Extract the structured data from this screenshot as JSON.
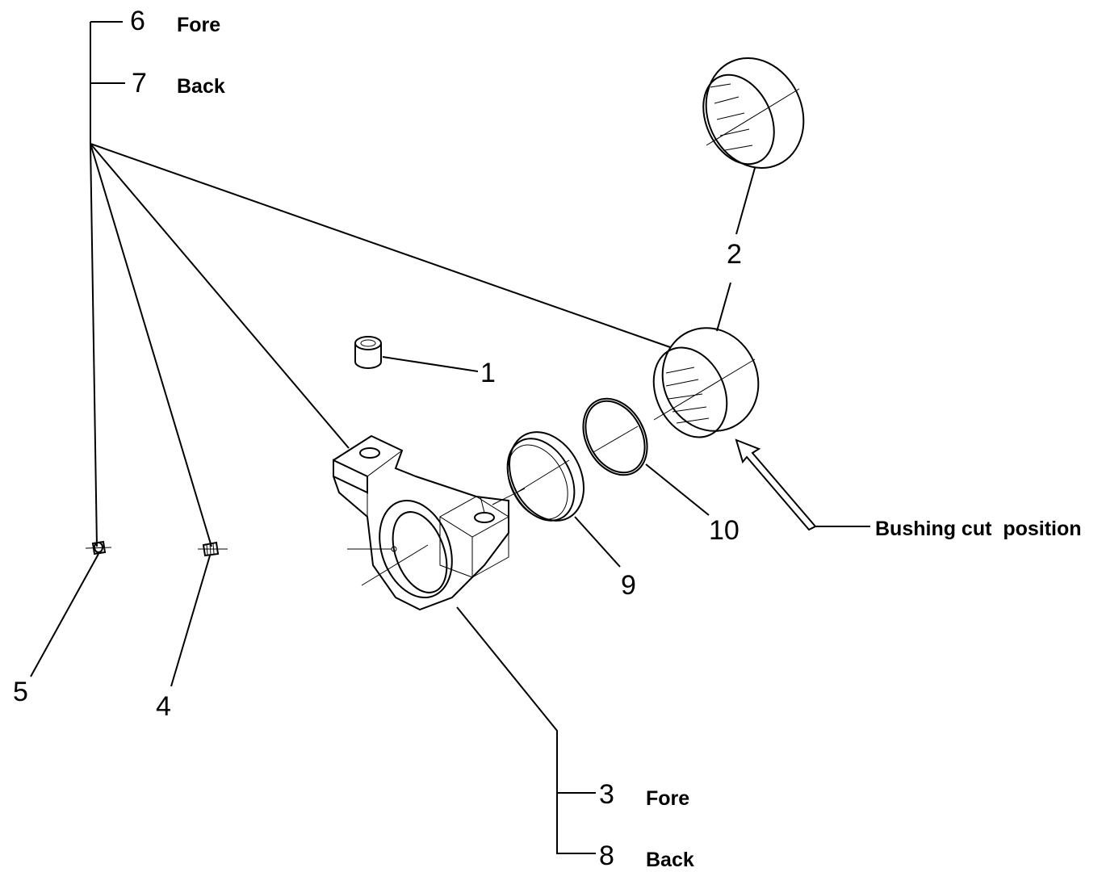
{
  "callouts": {
    "c1": "1",
    "c2": "2",
    "c3": "3",
    "c4": "4",
    "c5": "5",
    "c6": "6",
    "c7": "7",
    "c8": "8",
    "c9": "9",
    "c10": "10"
  },
  "qualifiers": {
    "fore_top": "Fore",
    "back_top": "Back",
    "fore_bottom": "Fore",
    "back_bottom": "Back"
  },
  "notes": {
    "bushing_cut": "Bushing cut  position"
  },
  "icons": {
    "arrow": "hollow-arrow-icon"
  }
}
